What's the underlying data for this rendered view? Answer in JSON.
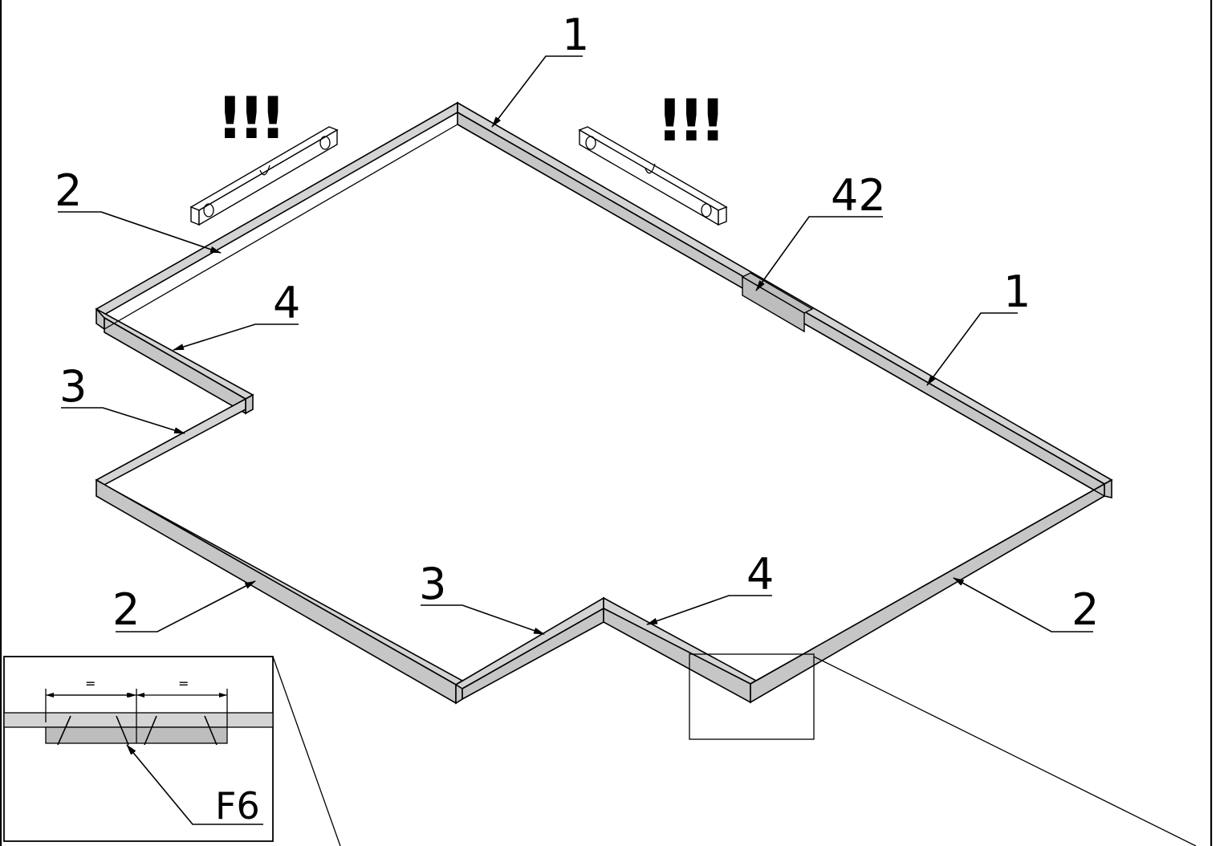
{
  "labels": {
    "part_1": "1",
    "part_2": "2",
    "part_3": "3",
    "part_4": "4",
    "part_42": "42",
    "fastener_f6": "F6",
    "warning": "!!!",
    "equal_mark": "="
  }
}
